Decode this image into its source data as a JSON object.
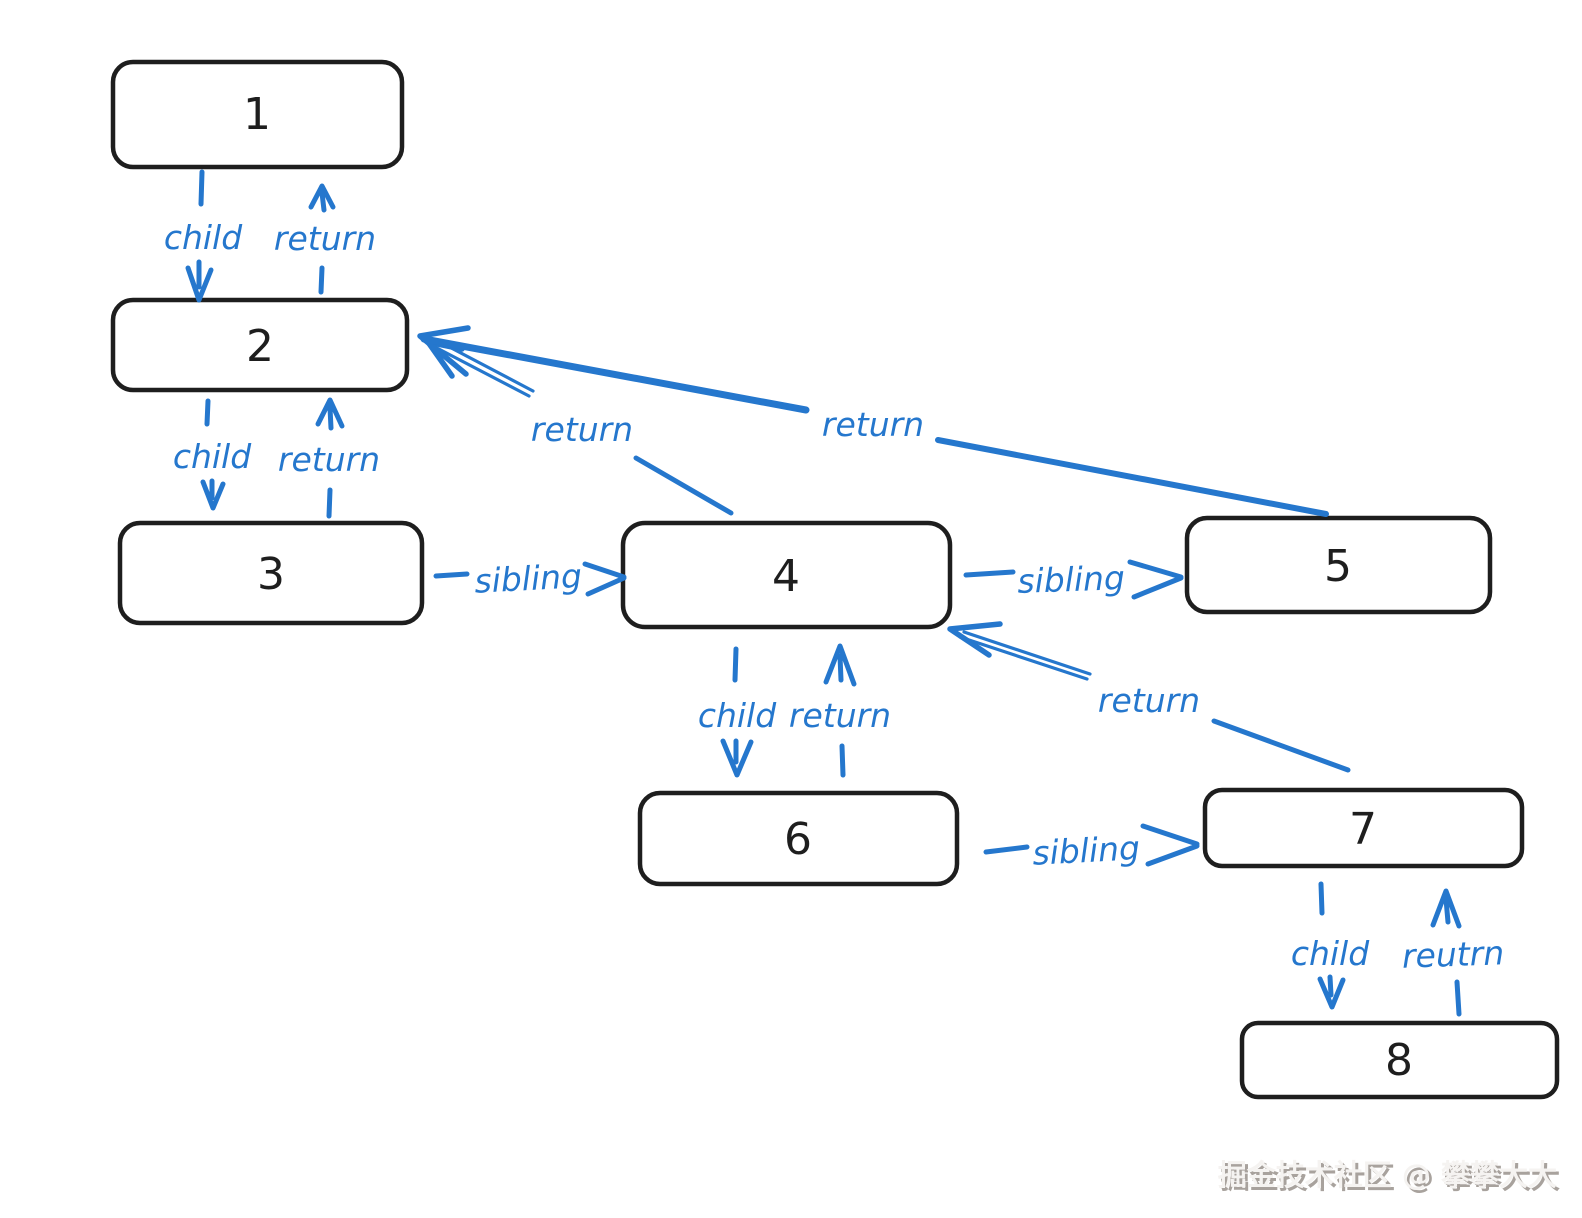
{
  "diagram": {
    "type": "first-child-next-sibling tree traversal diagram",
    "nodes": [
      {
        "id": "1",
        "label": "1"
      },
      {
        "id": "2",
        "label": "2"
      },
      {
        "id": "3",
        "label": "3"
      },
      {
        "id": "4",
        "label": "4"
      },
      {
        "id": "5",
        "label": "5"
      },
      {
        "id": "6",
        "label": "6"
      },
      {
        "id": "7",
        "label": "7"
      },
      {
        "id": "8",
        "label": "8"
      }
    ],
    "edges": [
      {
        "from": "1",
        "to": "2",
        "type": "child",
        "label": "child"
      },
      {
        "from": "2",
        "to": "1",
        "type": "return",
        "label": "return"
      },
      {
        "from": "2",
        "to": "3",
        "type": "child",
        "label": "child"
      },
      {
        "from": "3",
        "to": "2",
        "type": "return",
        "label": "return"
      },
      {
        "from": "3",
        "to": "4",
        "type": "sibling",
        "label": "sibling"
      },
      {
        "from": "4",
        "to": "5",
        "type": "sibling",
        "label": "sibling"
      },
      {
        "from": "4",
        "to": "2",
        "type": "return",
        "label": "return"
      },
      {
        "from": "5",
        "to": "2",
        "type": "return",
        "label": "return"
      },
      {
        "from": "4",
        "to": "6",
        "type": "child",
        "label": "child"
      },
      {
        "from": "6",
        "to": "4",
        "type": "return",
        "label": "return"
      },
      {
        "from": "6",
        "to": "7",
        "type": "sibling",
        "label": "sibling"
      },
      {
        "from": "7",
        "to": "4",
        "type": "return",
        "label": "return"
      },
      {
        "from": "7",
        "to": "8",
        "type": "child",
        "label": "child"
      },
      {
        "from": "8",
        "to": "7",
        "type": "return",
        "label": "reutrn"
      }
    ]
  },
  "watermark": {
    "text": "掘金技术社区 @ 攀攀大大"
  },
  "colors": {
    "ink": "#1e1e1e",
    "accent": "#2577cd",
    "box_fill": "#ffffff",
    "background": "#ffffff",
    "watermark_shadow": "#a8a29d",
    "watermark_fill": "#f5f3f1"
  }
}
